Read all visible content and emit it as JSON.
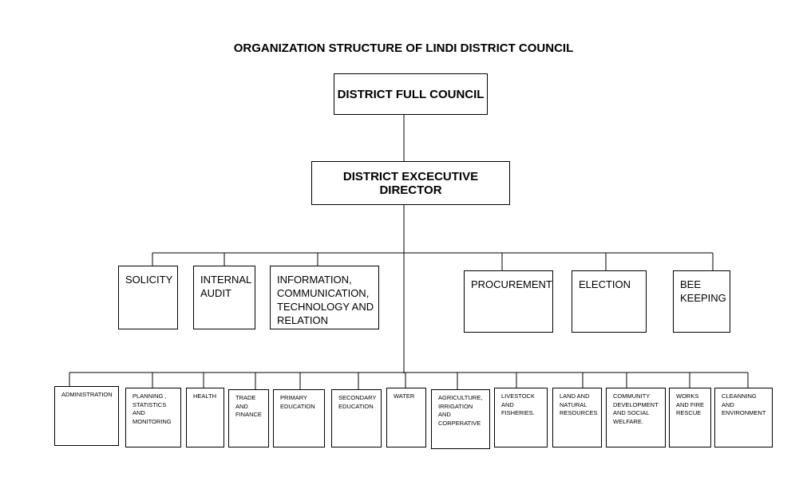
{
  "title": "ORGANIZATION STRUCTURE OF LINDI DISTRICT COUNCIL",
  "top": {
    "council": "DISTRICT FULL COUNCIL",
    "director": "DISTRICT EXCECUTIVE DIRECTOR"
  },
  "units": [
    "SOLICITY",
    "INTERNAL\nAUDIT",
    "INFORMATION,\nCOMMUNICATION,\nTECHNOLOGY AND\nRELATION",
    "PROCUREMENT",
    "ELECTION",
    "BEE\nKEEPING"
  ],
  "departments": [
    "ADMINISTRATION",
    "PLANNING ,\nSTATISTICS\nAND\nMONITORING",
    "HEALTH",
    "TRADE\nAND\nFINANCE",
    "PRIMARY\nEDUCATION",
    "SECONDARY\nEDUCATION",
    "WATER",
    "AGRICULTURE,\nIRRIGATION\nAND\nCORPERATIVE",
    "LIVESTOCK\nAND\nFISHERIES.",
    "LAND AND\nNATURAL\nRESOURCES",
    "COMMUNITY\nDEVELOPMENT\nAND SOCIAL\nWELFARE.",
    "WORKS\nAND FIRE\nRESCUE",
    "CLEANNING\nAND\nENVIRONMENT"
  ]
}
